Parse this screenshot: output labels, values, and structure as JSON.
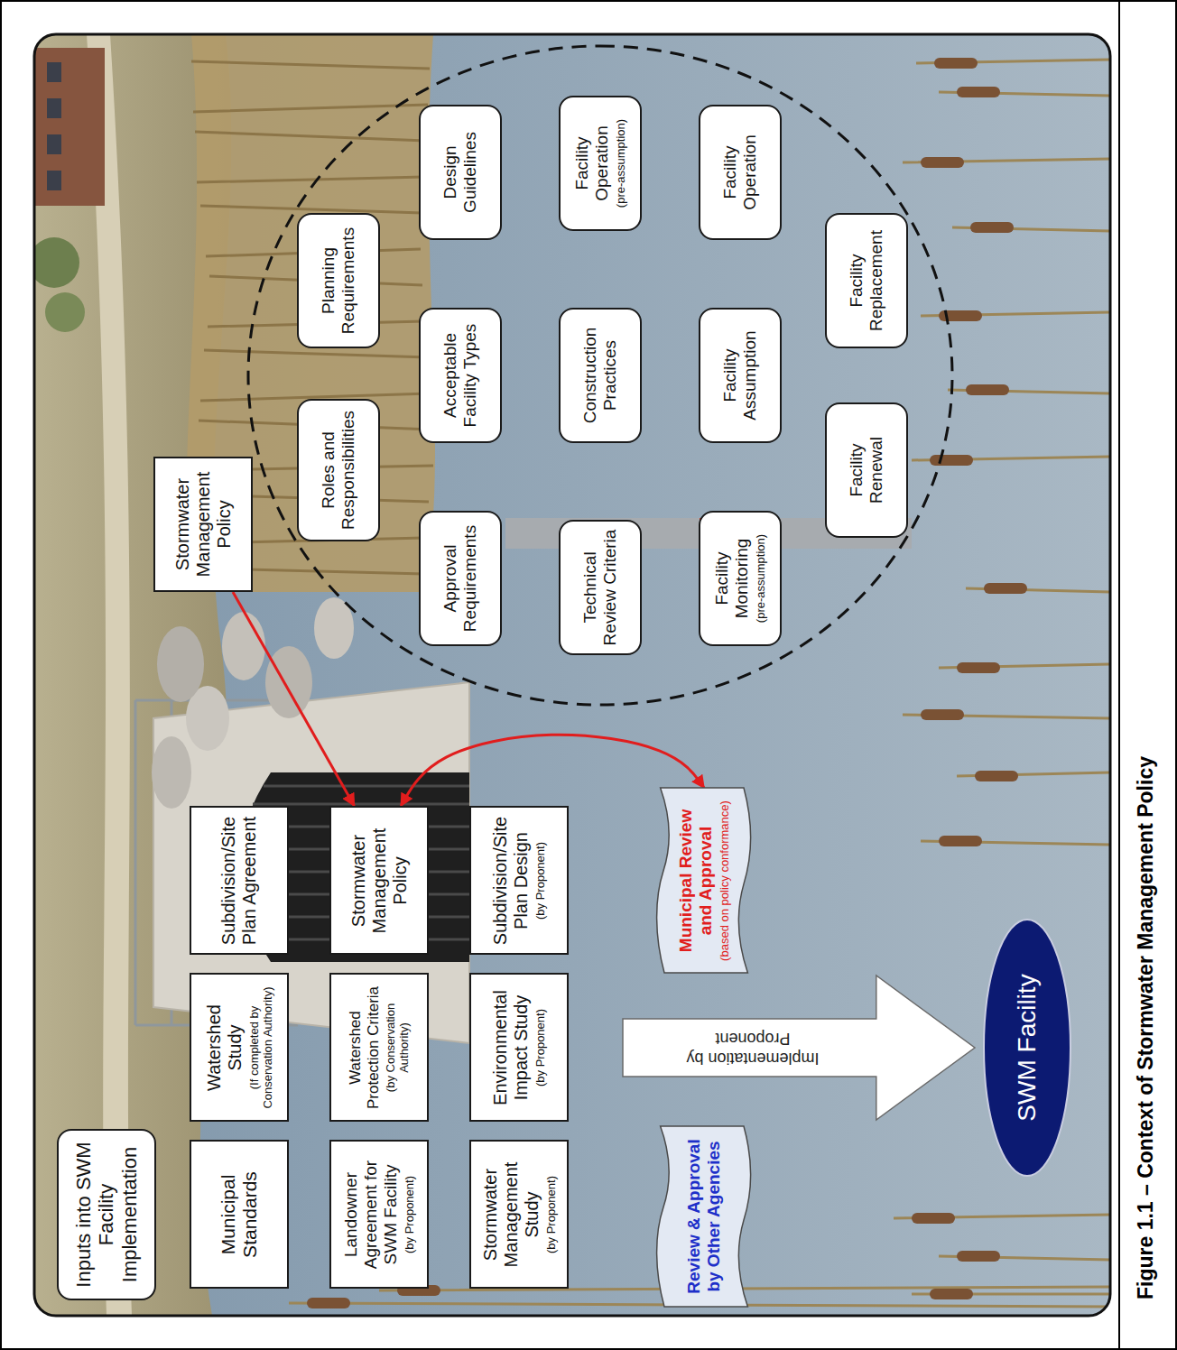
{
  "diagram": {
    "caption": "Figure 1.1 – Context of Stormwater Management Policy",
    "nodes": [
      {
        "text": [
          "Inputs into SWM Facility Implementation"
        ]
      },
      {
        "text": [
          "Municipal Standards"
        ]
      },
      {
        "text": [
          "Watershed Study",
          "(If completed by Conservation Authority)"
        ]
      },
      {
        "text": [
          "Subdivision/Site Plan Agreement"
        ]
      },
      {
        "text": [
          "Landowner Agreement for SWM Facility",
          "(by Proponent)"
        ]
      },
      {
        "text": [
          "Watershed Protection Criteria",
          "(by Conservation Authority)"
        ]
      },
      {
        "text": [
          "Stormwater Management Policy"
        ]
      },
      {
        "text": [
          "Stormwater Management Study",
          "(by Proponent)"
        ]
      },
      {
        "text": [
          "Environmental Impact Study",
          "(by Proponent)"
        ]
      },
      {
        "text": [
          "Subdivision/Site Plan Design",
          "(by Proponent)"
        ]
      },
      {
        "text": [
          "Review & Approval by Other Agencies"
        ]
      },
      {
        "text": [
          "Implementation by Proponent"
        ]
      },
      {
        "text": [
          "Municipal Review and Approval",
          "(based on policy conformance)"
        ]
      },
      {
        "text": [
          "SWM Facility"
        ]
      },
      {
        "text": [
          "Stormwater Management Policy"
        ]
      },
      {
        "text": [
          "Roles and Responsibilities"
        ]
      },
      {
        "text": [
          "Planning Requirements"
        ]
      },
      {
        "text": [
          "Approval Requirements"
        ]
      },
      {
        "text": [
          "Acceptable Facility Types"
        ]
      },
      {
        "text": [
          "Design Guidelines"
        ]
      },
      {
        "text": [
          "Technical Review Criteria"
        ]
      },
      {
        "text": [
          "Construction Practices"
        ]
      },
      {
        "text": [
          "Facility Operation",
          "(pre-assumption)"
        ]
      },
      {
        "text": [
          "Facility Monitoring",
          "(pre-assumption)"
        ]
      },
      {
        "text": [
          "Facility Assumption"
        ]
      },
      {
        "text": [
          "Facility Operation"
        ]
      },
      {
        "text": [
          "Facility Renewal"
        ]
      },
      {
        "text": [
          "Facility Replacement"
        ]
      }
    ],
    "edges": [
      {
        "from": 14,
        "to": 6,
        "arrow": "to"
      },
      {
        "from": 6,
        "to": 12,
        "arrow": "both"
      }
    ]
  }
}
